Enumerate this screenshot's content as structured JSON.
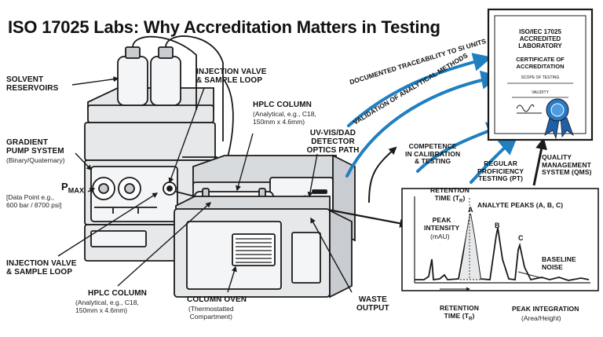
{
  "title": "ISO 17025 Labs: Why Accreditation Matters in Testing",
  "labels": {
    "solvent": [
      "SOLVENT",
      "RESERVOIRS"
    ],
    "inj_top": [
      "INJECTION VALVE",
      "& SAMPLE LOOP"
    ],
    "hplc_top": "HPLC COLUMN",
    "hplc_top_sub": [
      "(Analytical, e.g., C18,",
      "150mm x 4.6mm)"
    ],
    "gradient": [
      "GRADIENT",
      "PUMP SYSTEM"
    ],
    "gradient_sub": "(Binary/Quaternary)",
    "pmax": "P",
    "pmax_sub": "max",
    "pmax_note": [
      "[Data Point e.g.,",
      "600 bar / 8700 psi]"
    ],
    "uv": [
      "UV-Vis/DAD",
      "DETECTOR",
      "OPTICS PATH"
    ],
    "inj_bot": [
      "INJECTION VALVE",
      "& SAMPLE LOOP"
    ],
    "hplc_bot": "HPLC COLUMN",
    "hplc_bot_sub": [
      "(Analytical, e.g., C18,",
      "150mm x 4.6mm)"
    ],
    "oven": [
      "COLUMN OVEN"
    ],
    "oven_sub": [
      "(Thermostatted",
      "Compartment)"
    ],
    "waste": [
      "WASTE",
      "OUTPUT"
    ]
  },
  "arrows": {
    "traceability": "DOCUMENTED TRACEABILITY TO SI UNITS",
    "validation": "VALIDATION OF ANALYTICAL METHODS",
    "competence": [
      "COMPETENCE",
      "IN CALIBRATION",
      "& TESTING"
    ],
    "proficiency": [
      "REGULAR",
      "PROFICIENCY",
      "TESTING (PT)"
    ],
    "qms": [
      "QUALITY",
      "MANAGEMENT",
      "SYSTEM (QMS)"
    ]
  },
  "certificate": {
    "line1": "ISO/IEC 17025",
    "line2": "ACCREDITED",
    "line3": "LABORATORY",
    "line4": "CERTIFICATE OF",
    "line5": "ACCREDITATION",
    "line6": "SCOPE OF TESTING",
    "line7": "VALIDITY"
  },
  "chromatogram": {
    "retention_top": "RETENTION",
    "retention_top2": "TIME (t",
    "retention_top_sub": "R",
    "peak_intensity": [
      "PEAK",
      "INTENSITY"
    ],
    "peak_intensity_unit": "(mAU)",
    "analyte": "ANALYTE PEAKS (A, B, C)",
    "peak_a": "A",
    "peak_b": "B",
    "peak_c": "C",
    "baseline": [
      "BASELINE",
      "NOISE"
    ],
    "retention_bot": "RETENTION",
    "retention_bot2": "TIME (t",
    "retention_bot_sub": "R",
    "integration": "PEAK INTEGRATION",
    "integration_sub": "(Area/Height)"
  },
  "colors": {
    "ink": "#1a1a1a",
    "panel": "#e6e8ea",
    "panel_dark": "#c9ccd0",
    "arrow_blue": "#1f7fc0",
    "cert_blue": "#2a78c4",
    "beam": "#45b7e6"
  }
}
